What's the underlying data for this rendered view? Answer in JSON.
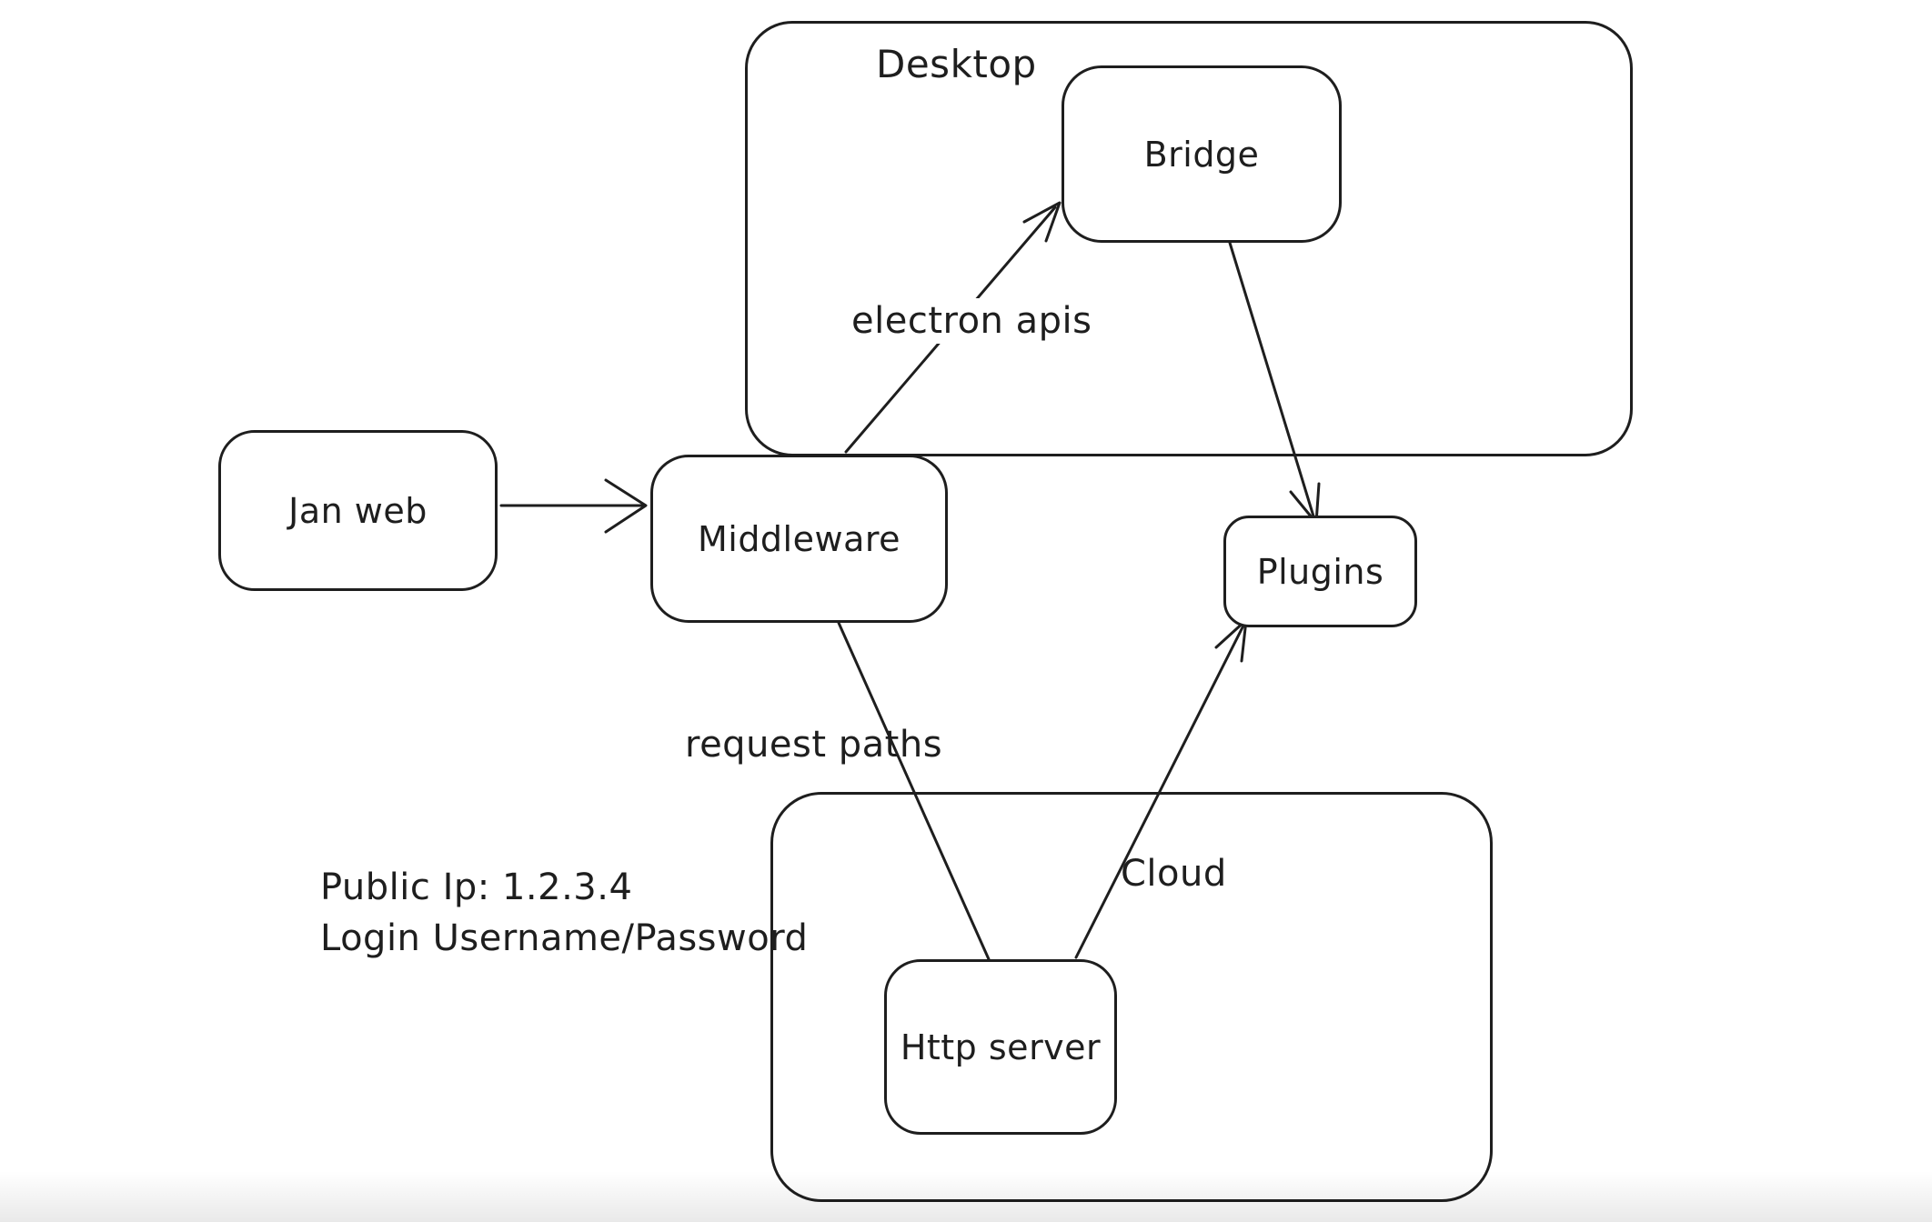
{
  "canvas": {
    "background": "#ffffff",
    "stroke_color": "#1e1e1e",
    "style": "hand-drawn whiteboard diagram"
  },
  "containers": {
    "desktop": {
      "label": "Desktop",
      "contains": [
        "bridge"
      ]
    },
    "cloud": {
      "label": "Cloud",
      "contains": [
        "http_server"
      ]
    }
  },
  "nodes": {
    "jan_web": {
      "label": "Jan web"
    },
    "middleware": {
      "label": "Middleware"
    },
    "bridge": {
      "label": "Bridge"
    },
    "plugins": {
      "label": "Plugins"
    },
    "http_server": {
      "label": "Http server"
    }
  },
  "edges": {
    "jan_web_to_middleware": {
      "from": "jan_web",
      "to": "middleware",
      "label": "",
      "arrowhead": "end"
    },
    "middleware_to_bridge": {
      "from": "middleware",
      "to": "bridge",
      "label": "electron apis",
      "arrowhead": "end"
    },
    "bridge_to_plugins": {
      "from": "bridge",
      "to": "plugins",
      "label": "",
      "arrowhead": "end"
    },
    "middleware_to_http_server": {
      "from": "middleware",
      "to": "http_server",
      "label": "request paths",
      "arrowhead": "none"
    },
    "http_server_to_plugins": {
      "from": "http_server",
      "to": "plugins",
      "label": "",
      "arrowhead": "end"
    }
  },
  "notes": {
    "public_ip": "Public Ip: 1.2.3.4",
    "login": "Login Username/Password"
  }
}
